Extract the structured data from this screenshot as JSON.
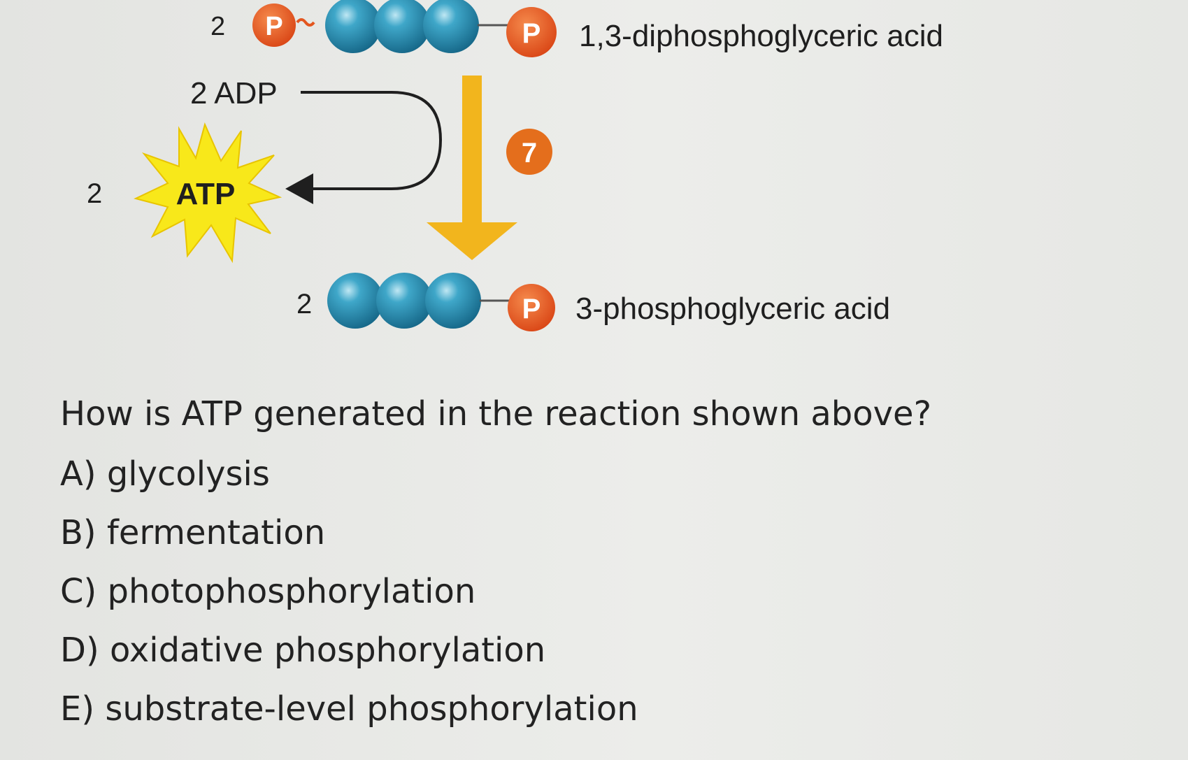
{
  "diagram": {
    "top_molecule": {
      "count": "2",
      "phosphate_left": "P",
      "phosphate_right": "P",
      "label": "1,3-diphosphoglyceric acid"
    },
    "adp_label": "2 ADP",
    "atp_count": "2",
    "atp_label": "ATP",
    "step_number": "7",
    "bottom_molecule": {
      "count": "2",
      "phosphate": "P",
      "label": "3-phosphoglyceric acid"
    },
    "colors": {
      "carbon": "#2a8fb1",
      "phosphate": "#e3561f",
      "step_badge": "#e46e1c",
      "arrow": "#f2b51d",
      "atp_burst": "#f8e81a"
    }
  },
  "question": {
    "text": "How is ATP generated in the reaction shown above?",
    "choices": [
      "A) glycolysis",
      "B) fermentation",
      "C) photophosphorylation",
      "D) oxidative phosphorylation",
      "E) substrate-level phosphorylation"
    ]
  }
}
